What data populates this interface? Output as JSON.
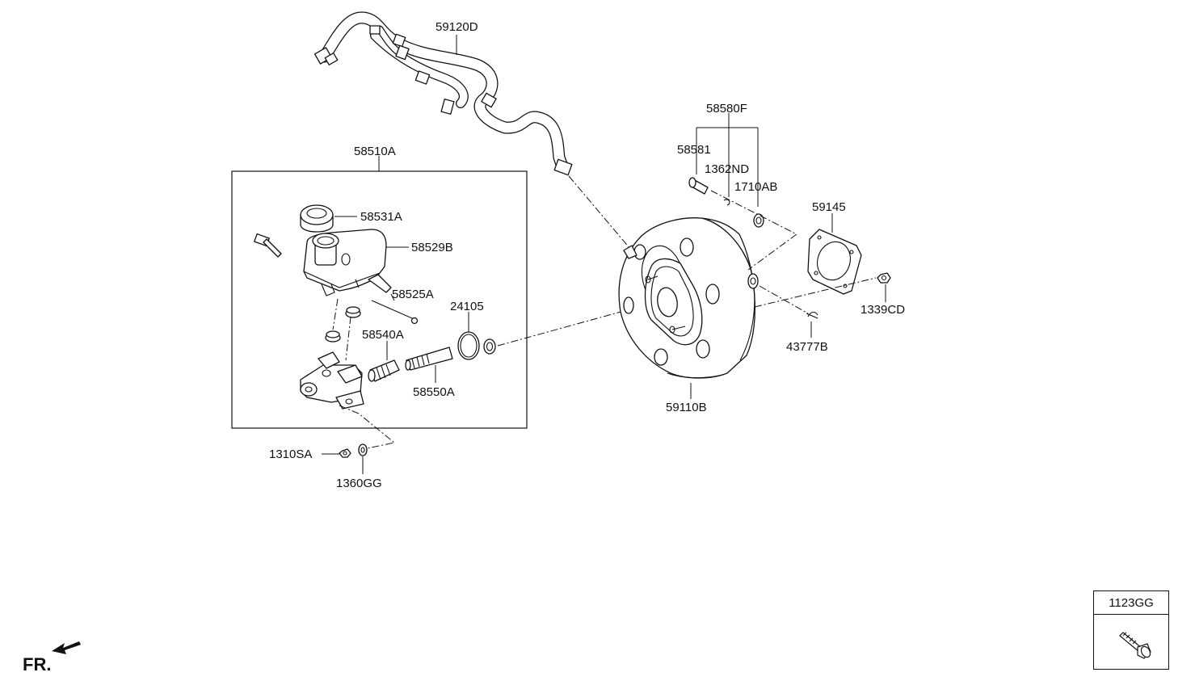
{
  "labels": {
    "hose": "59120D",
    "master_cyl_assy": "58510A",
    "cap": "58531A",
    "reservoir": "58529B",
    "pin": "58525A",
    "oring": "24105",
    "grommet": "58540A",
    "piston": "58550A",
    "nut_small": "1310SA",
    "washer": "1360GG",
    "check_valve_kit": "58580F",
    "check_valve": "58581",
    "clip": "1362ND",
    "grommet_valve": "1710AB",
    "gasket": "59145",
    "nut": "1339CD",
    "snap_pin": "43777B",
    "booster": "59110B"
  },
  "legend": {
    "code": "1123GG",
    "icon": "bolt-icon"
  },
  "direction": {
    "label": "FR.",
    "icon": "front-arrow-icon"
  }
}
